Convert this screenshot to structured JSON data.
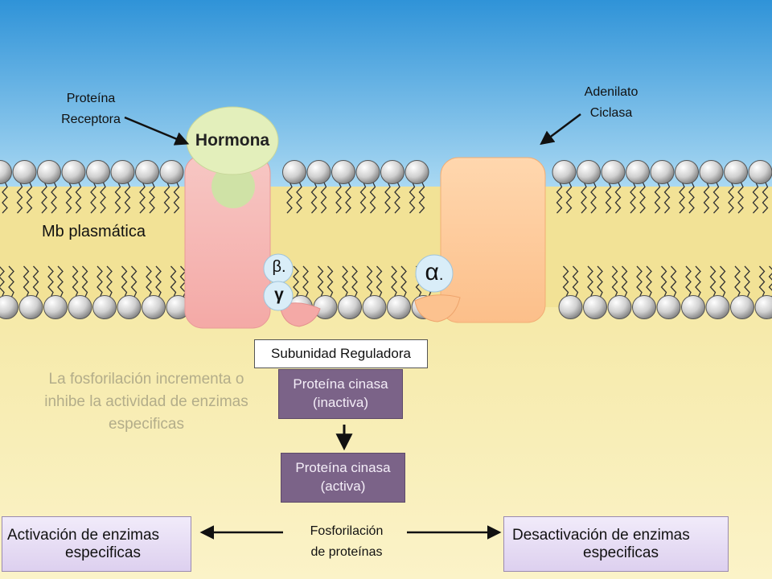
{
  "labels": {
    "proteina_receptora": [
      "Proteína",
      "Receptora"
    ],
    "adenilato_ciclasa": [
      "Adenilato",
      "Ciclasa"
    ],
    "hormona": "Hormona",
    "mb_plasmatica": "Mb plasmática",
    "beta": "β.",
    "gamma": "γ",
    "alpha": "α",
    "alpha_dot": ".",
    "subunidad_reguladora": "Subunidad Reguladora",
    "pk_inactiva": [
      "Proteína cinasa",
      "(inactiva)"
    ],
    "pk_activa": [
      "Proteína cinasa",
      "(activa)"
    ],
    "fosforilacion_note": [
      "La fosforilación incrementa o",
      "inhibe la actividad de enzimas",
      "especificas"
    ],
    "fosforilacion_proteinas": [
      "Fosforilación",
      "de proteínas"
    ],
    "activacion": [
      "Activación de enzimas",
      "especificas"
    ],
    "desactivacion": [
      "Desactivación de enzimas",
      "especificas"
    ]
  },
  "colors": {
    "sky": "#3d9fdc",
    "cytoplasm": "#f6eea8",
    "receptor": "#f6b5b5",
    "hormone": "#e2efb9",
    "adenylate": "#fdc797",
    "g_protein": "#dceef8",
    "purple_box": "#7b6388",
    "lilac_box": "#e6dcf4"
  }
}
